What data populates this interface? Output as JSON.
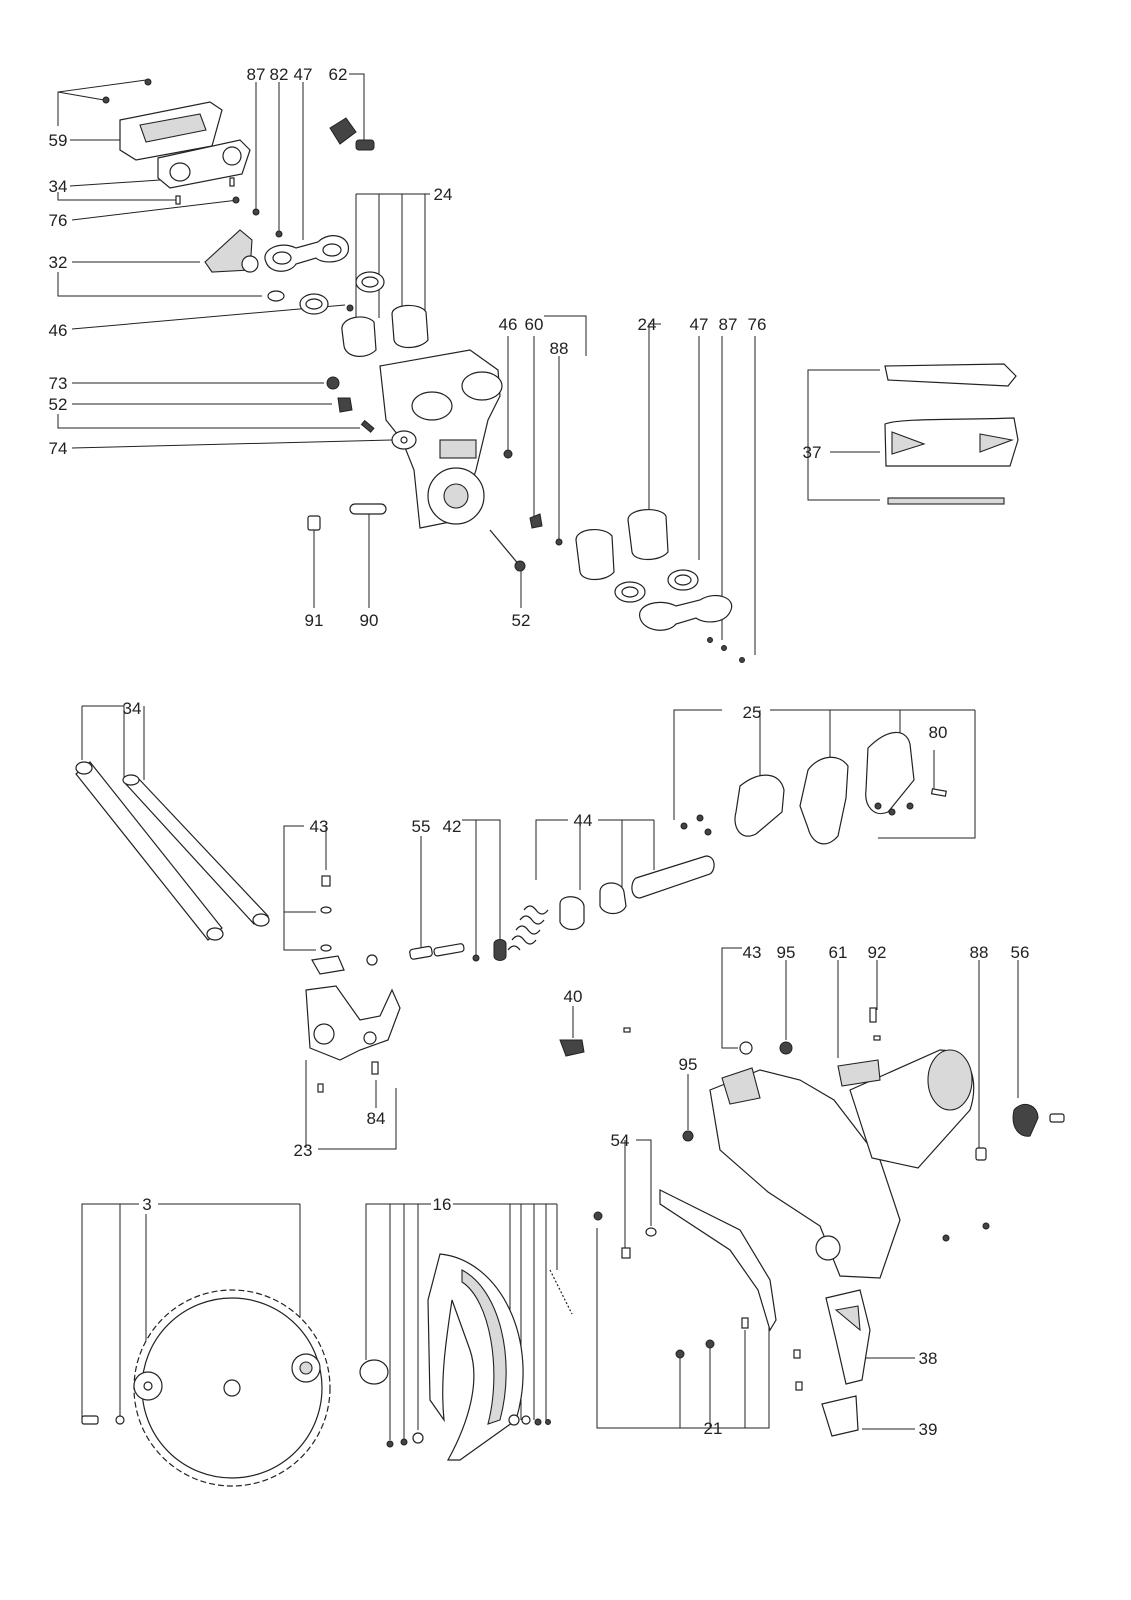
{
  "diagram": {
    "labels": {
      "l87a": "87",
      "l82": "82",
      "l47a": "47",
      "l62": "62",
      "l59": "59",
      "l34a": "34",
      "l76a": "76",
      "l24a": "24",
      "l32": "32",
      "l46a": "46",
      "l73": "73",
      "l52a": "52",
      "l74": "74",
      "l46b": "46",
      "l60": "60",
      "l88a": "88",
      "l24b": "24",
      "l47b": "47",
      "l87b": "87",
      "l76b": "76",
      "l37": "37",
      "l91": "91",
      "l90": "90",
      "l52b": "52",
      "l34b": "34",
      "l25": "25",
      "l80": "80",
      "l43a": "43",
      "l55": "55",
      "l42": "42",
      "l44": "44",
      "l43b": "43",
      "l95a": "95",
      "l61": "61",
      "l92": "92",
      "l88b": "88",
      "l56": "56",
      "l40": "40",
      "l95b": "95",
      "l84": "84",
      "l23": "23",
      "l54": "54",
      "l3": "3",
      "l16": "16",
      "l38": "38",
      "l21": "21",
      "l39": "39"
    }
  }
}
